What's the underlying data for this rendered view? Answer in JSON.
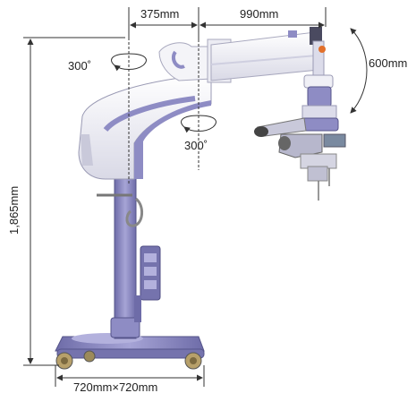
{
  "dimensions": {
    "arm_offset": "375mm",
    "arm_reach": "990mm",
    "vertical_travel": "600mm",
    "total_height": "1,865mm",
    "base_footprint": "720mm×720mm",
    "rotation_upper": "300˚",
    "rotation_lower": "300˚"
  },
  "colors": {
    "body_light": "#e9e9f1",
    "body_purple": "#8e8cc4",
    "body_dark": "#5b5a8f",
    "accent_orange": "#e2702b",
    "line": "#333333"
  }
}
